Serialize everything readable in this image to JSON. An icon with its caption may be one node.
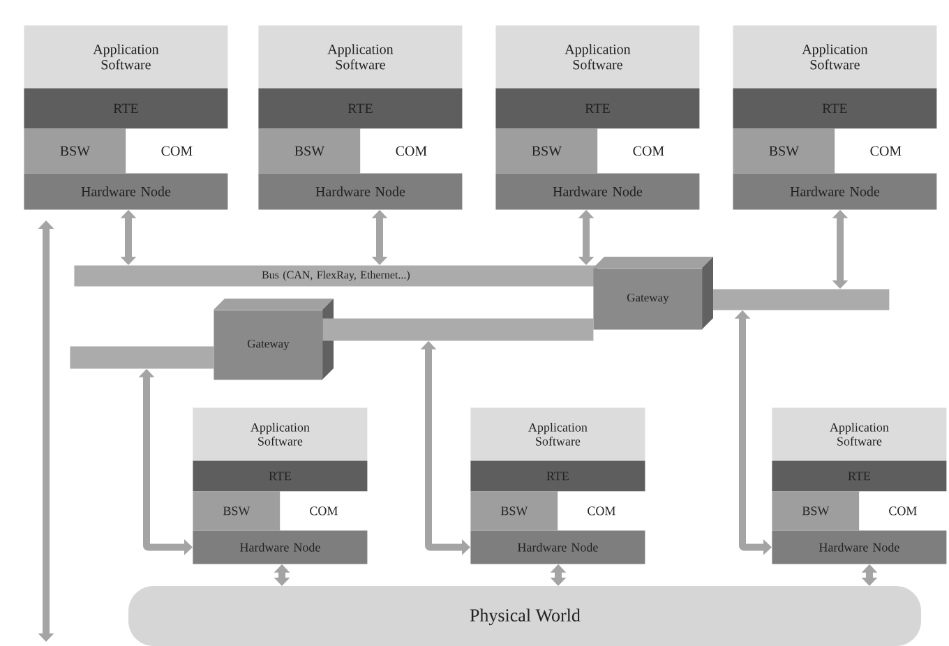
{
  "diagram": {
    "nodes": [
      {
        "text": [
          "Application Software"
        ]
      },
      {
        "text": [
          "RTE"
        ]
      },
      {
        "text": [
          "BSW"
        ]
      },
      {
        "text": [
          "COM"
        ]
      },
      {
        "text": [
          "Hardware Node"
        ]
      },
      {
        "text": [
          "Application Software"
        ]
      },
      {
        "text": [
          "RTE"
        ]
      },
      {
        "text": [
          "BSW"
        ]
      },
      {
        "text": [
          "COM"
        ]
      },
      {
        "text": [
          "Hardware Node"
        ]
      },
      {
        "text": [
          "Application Software"
        ]
      },
      {
        "text": [
          "RTE"
        ]
      },
      {
        "text": [
          "BSW"
        ]
      },
      {
        "text": [
          "COM"
        ]
      },
      {
        "text": [
          "Hardware Node"
        ]
      },
      {
        "text": [
          "Application Software"
        ]
      },
      {
        "text": [
          "RTE"
        ]
      },
      {
        "text": [
          "BSW"
        ]
      },
      {
        "text": [
          "COM"
        ]
      },
      {
        "text": [
          "Hardware Node"
        ]
      },
      {
        "text": [
          "Bus (CAN, FlexRay, Ethernet...)"
        ]
      },
      {
        "text": [],
        "shape": "bar"
      },
      {
        "text": [
          "Gateway"
        ]
      },
      {
        "text": [
          "Gateway"
        ]
      },
      {
        "text": [],
        "shape": "bar"
      },
      {
        "text": [],
        "shape": "bar"
      },
      {
        "text": [
          "Application Software"
        ]
      },
      {
        "text": [
          "RTE"
        ]
      },
      {
        "text": [
          "BSW"
        ]
      },
      {
        "text": [
          "COM"
        ]
      },
      {
        "text": [
          "Hardware Node"
        ]
      },
      {
        "text": [
          "Application Software"
        ]
      },
      {
        "text": [
          "RTE"
        ]
      },
      {
        "text": [
          "BSW"
        ]
      },
      {
        "text": [
          "COM"
        ]
      },
      {
        "text": [
          "Hardware Node"
        ]
      },
      {
        "text": [
          "Application Software"
        ]
      },
      {
        "text": [
          "RTE"
        ]
      },
      {
        "text": [
          "BSW"
        ]
      },
      {
        "text": [
          "COM"
        ]
      },
      {
        "text": [
          "Hardware Node"
        ]
      },
      {
        "text": [
          "Physical World"
        ]
      }
    ],
    "edges": [
      {
        "from": 4,
        "to": 20,
        "arrow": "both"
      },
      {
        "from": 9,
        "to": 20,
        "arrow": "both"
      },
      {
        "from": 14,
        "to": 20,
        "arrow": "both"
      },
      {
        "from": 19,
        "to": 21,
        "arrow": "both"
      },
      {
        "from": 25,
        "to": 30,
        "arrow": "both"
      },
      {
        "from": 24,
        "to": 35,
        "arrow": "both"
      },
      {
        "from": 21,
        "to": 40,
        "arrow": "both"
      },
      {
        "from": 30,
        "to": 41,
        "arrow": "both"
      },
      {
        "from": 35,
        "to": 41,
        "arrow": "both"
      },
      {
        "from": 40,
        "to": 41,
        "arrow": "both"
      }
    ]
  }
}
